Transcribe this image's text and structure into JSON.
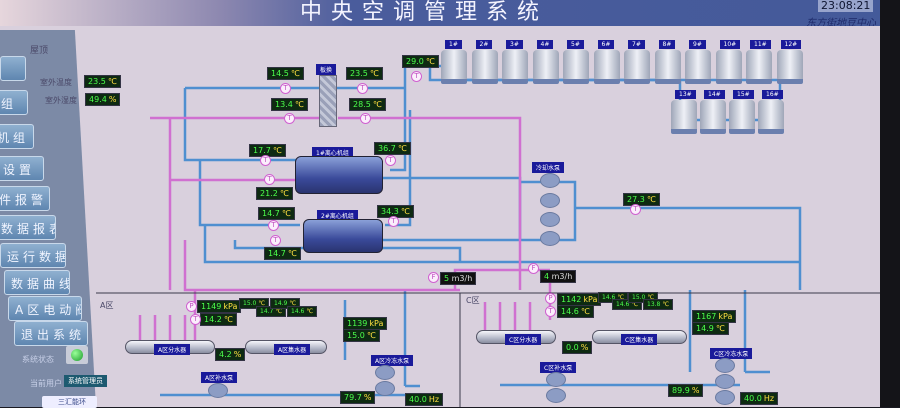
{
  "header": {
    "title": "中央空调管理系统",
    "time": "23:08:21",
    "org": "东方街地豆中心"
  },
  "sidebar": {
    "buttons": [
      "组",
      "机组",
      "设置",
      "件报警",
      "数据报表",
      "运行数据",
      "数据曲线",
      "A区电动阀",
      "退出系统"
    ],
    "status_label": "系统状态",
    "user_label": "当前用户",
    "user": "系统管理员",
    "logo_text": "三汇能环"
  },
  "roof": {
    "title": "屋顶",
    "outdoor_temp_label": "室外温度",
    "outdoor_temp": "23.5",
    "outdoor_hum_label": "室外湿度",
    "outdoor_hum": "49.4",
    "temp_unit": "℃",
    "hum_unit": "%"
  },
  "plant": {
    "plate_hx": "板换",
    "t1": "14.5",
    "t2": "23.5",
    "t3": "13.4",
    "t4": "28.5",
    "t_tower": "29.0",
    "chiller1": "1#离心机组",
    "chiller2": "2#离心机组",
    "c1_in": "17.7",
    "c1_out": "36.7",
    "c1_ret": "21.2",
    "c2_in": "14.7",
    "c2_out": "34.3",
    "c2_ret": "14.7",
    "cw_pump": "冷却水泵",
    "cw_temp": "27.3",
    "flow1": "5",
    "flow2": "4",
    "flow_unit": "m3/h",
    "sensor_T": "T",
    "sensor_P": "P",
    "sensor_F": "F"
  },
  "towers": [
    "1#",
    "2#",
    "3#",
    "4#",
    "5#",
    "6#",
    "7#",
    "8#",
    "9#",
    "10#",
    "11#",
    "12#",
    "13#",
    "14#",
    "15#",
    "16#"
  ],
  "zone_a": {
    "name": "A区",
    "supply_p": "1149",
    "supply_t": "14.2",
    "splitter": "A区分水器",
    "collector": "A区集水器",
    "valve": "4.2",
    "branch_temps": [
      "15.0",
      "14.7",
      "14.9",
      "14.6"
    ],
    "return_p": "1139",
    "return_t": "15.0",
    "chw_pump": "A区冷冻水泵",
    "makeup_pump": "A区补水泵",
    "pump_valve": "79.7",
    "freq": "40.0"
  },
  "zone_c": {
    "name": "C区",
    "supply_p": "1142",
    "supply_t": "14.6",
    "splitter": "C区分水器",
    "collector": "C区集水器",
    "valve": "0.0",
    "branch_temps": [
      "14.6",
      "14.6",
      "15.0",
      "13.8"
    ],
    "return_p": "1167",
    "return_t": "14.9",
    "chw_pump": "C区冷冻水泵",
    "makeup_pump": "C区补水泵",
    "pump_valve": "89.9",
    "freq": "40.0"
  },
  "units": {
    "kpa": "kPa",
    "c": "℃",
    "pct": "%",
    "hz": "Hz"
  },
  "colors": {
    "supply": "#4f8fd0",
    "return": "#d070d0",
    "value_bg": "#0e2a12",
    "value_text": "#4cff4c"
  }
}
